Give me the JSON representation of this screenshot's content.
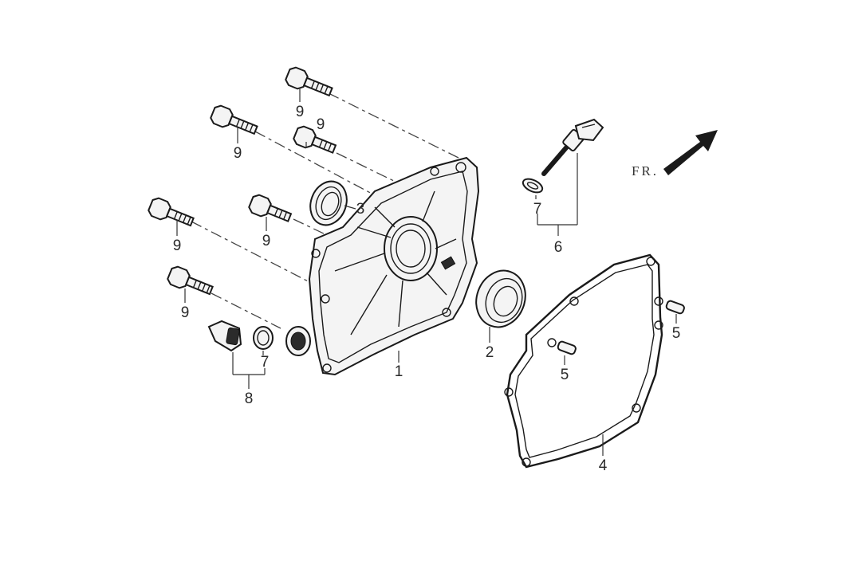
{
  "direction_label": "FR.",
  "callouts": {
    "cover": "1",
    "bearing": "2",
    "oil_seal": "3",
    "gasket": "4",
    "dowel_pin_left": "5",
    "dowel_pin_right": "5",
    "dipstick": "6",
    "washer_dipstick": "7",
    "washer_plug": "7",
    "drain_plug": "8",
    "bolt_1": "9",
    "bolt_2": "9",
    "bolt_3": "9",
    "bolt_4": "9",
    "bolt_5": "9",
    "bolt_6": "9"
  }
}
